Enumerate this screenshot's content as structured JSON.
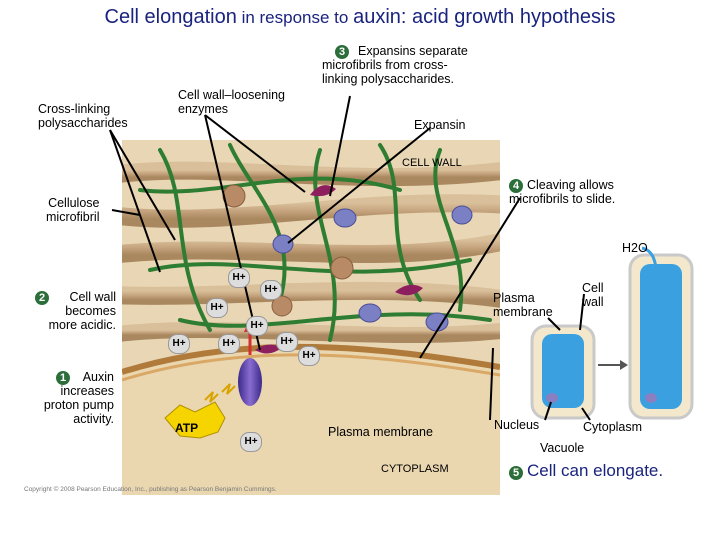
{
  "title": {
    "part1": "Cell elongation",
    "part2": " in response to ",
    "part3": "auxin:",
    "part4": "  acid growth hypothesis"
  },
  "labels": {
    "crosslinking": "Cross-linking\npolysaccharides",
    "loosening": "Cell wall–loosening\nenzymes",
    "step3_num": "3",
    "step3": "Expansins separate\nmicrofibrils from cross-\nlinking polysaccharides.",
    "expansin": "Expansin",
    "cellwall": "CELL WALL",
    "step4_num": "4",
    "step4": "Cleaving allows\nmicrofibrils to slide.",
    "cellulose": "Cellulose\nmicrofibril",
    "h2o": "H2O",
    "step2_num": "2",
    "step2": "Cell wall\nbecomes\nmore acidic.",
    "plasma_membrane_right": "Plasma\nmembrane",
    "cell_wall_right": "Cell\nwall",
    "step1_num": "1",
    "step1": "Auxin\nincreases\nproton pump\nactivity.",
    "plasma_membrane_bottom": "Plasma membrane",
    "nucleus": "Nucleus",
    "cytoplasm_right": "Cytoplasm",
    "vacuole": "Vacuole",
    "cytoplasm_bottom": "CYTOPLASM",
    "step5_num": "5",
    "step5": "Cell can elongate.",
    "atp": "ATP",
    "proton": "H+",
    "copyright": "Copyright © 2008 Pearson Education, Inc., publishing as Pearson Benjamin Cummings."
  },
  "colors": {
    "title": "#1a237e",
    "wall_bg": "#e8d6b4",
    "microfibril": "#c5a47e",
    "polysaccharide": "#2e7d32",
    "expansin": "#7b7fc4",
    "enzyme": "#8e1f5f",
    "cytoplasm": "#ead7b0",
    "vacuole": "#3aa0e0",
    "step_badge": "#2b6e3a"
  }
}
